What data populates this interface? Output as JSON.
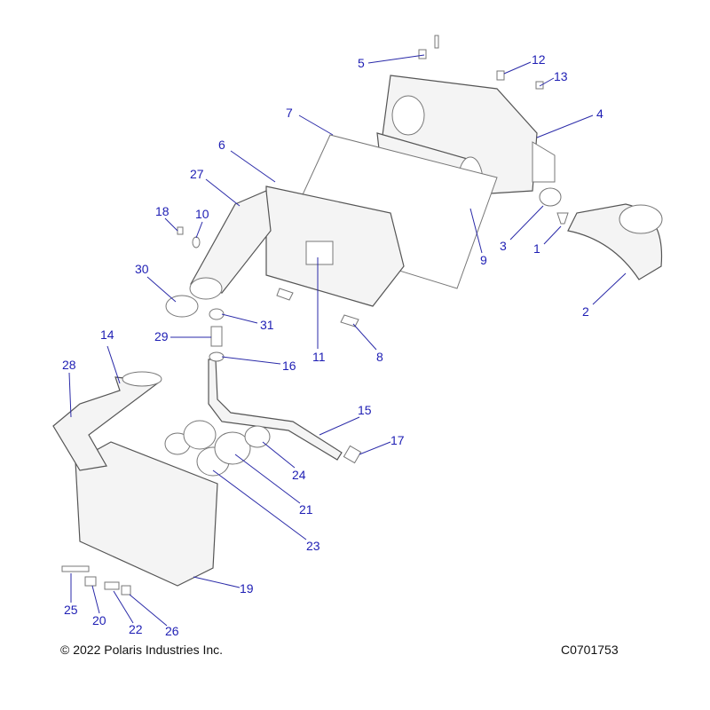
{
  "callouts": {
    "c1": "1",
    "c2": "2",
    "c3": "3",
    "c4": "4",
    "c5": "5",
    "c6": "6",
    "c7": "7",
    "c8": "8",
    "c9": "9",
    "c10": "10",
    "c11": "11",
    "c12": "12",
    "c13": "13",
    "c14": "14",
    "c15": "15",
    "c16": "16",
    "c17": "17",
    "c18": "18",
    "c19": "19",
    "c20": "20",
    "c21": "21",
    "c22": "22",
    "c23": "23",
    "c24": "24",
    "c25": "25",
    "c26": "26",
    "c27": "27",
    "c28": "28",
    "c29": "29",
    "c30": "30",
    "c31": "31"
  },
  "footer": {
    "copyright": "© 2022 Polaris Industries Inc.",
    "diagram_id": "C0701753"
  },
  "colors": {
    "callout": "#1e1eb4",
    "outline": "#555555"
  }
}
